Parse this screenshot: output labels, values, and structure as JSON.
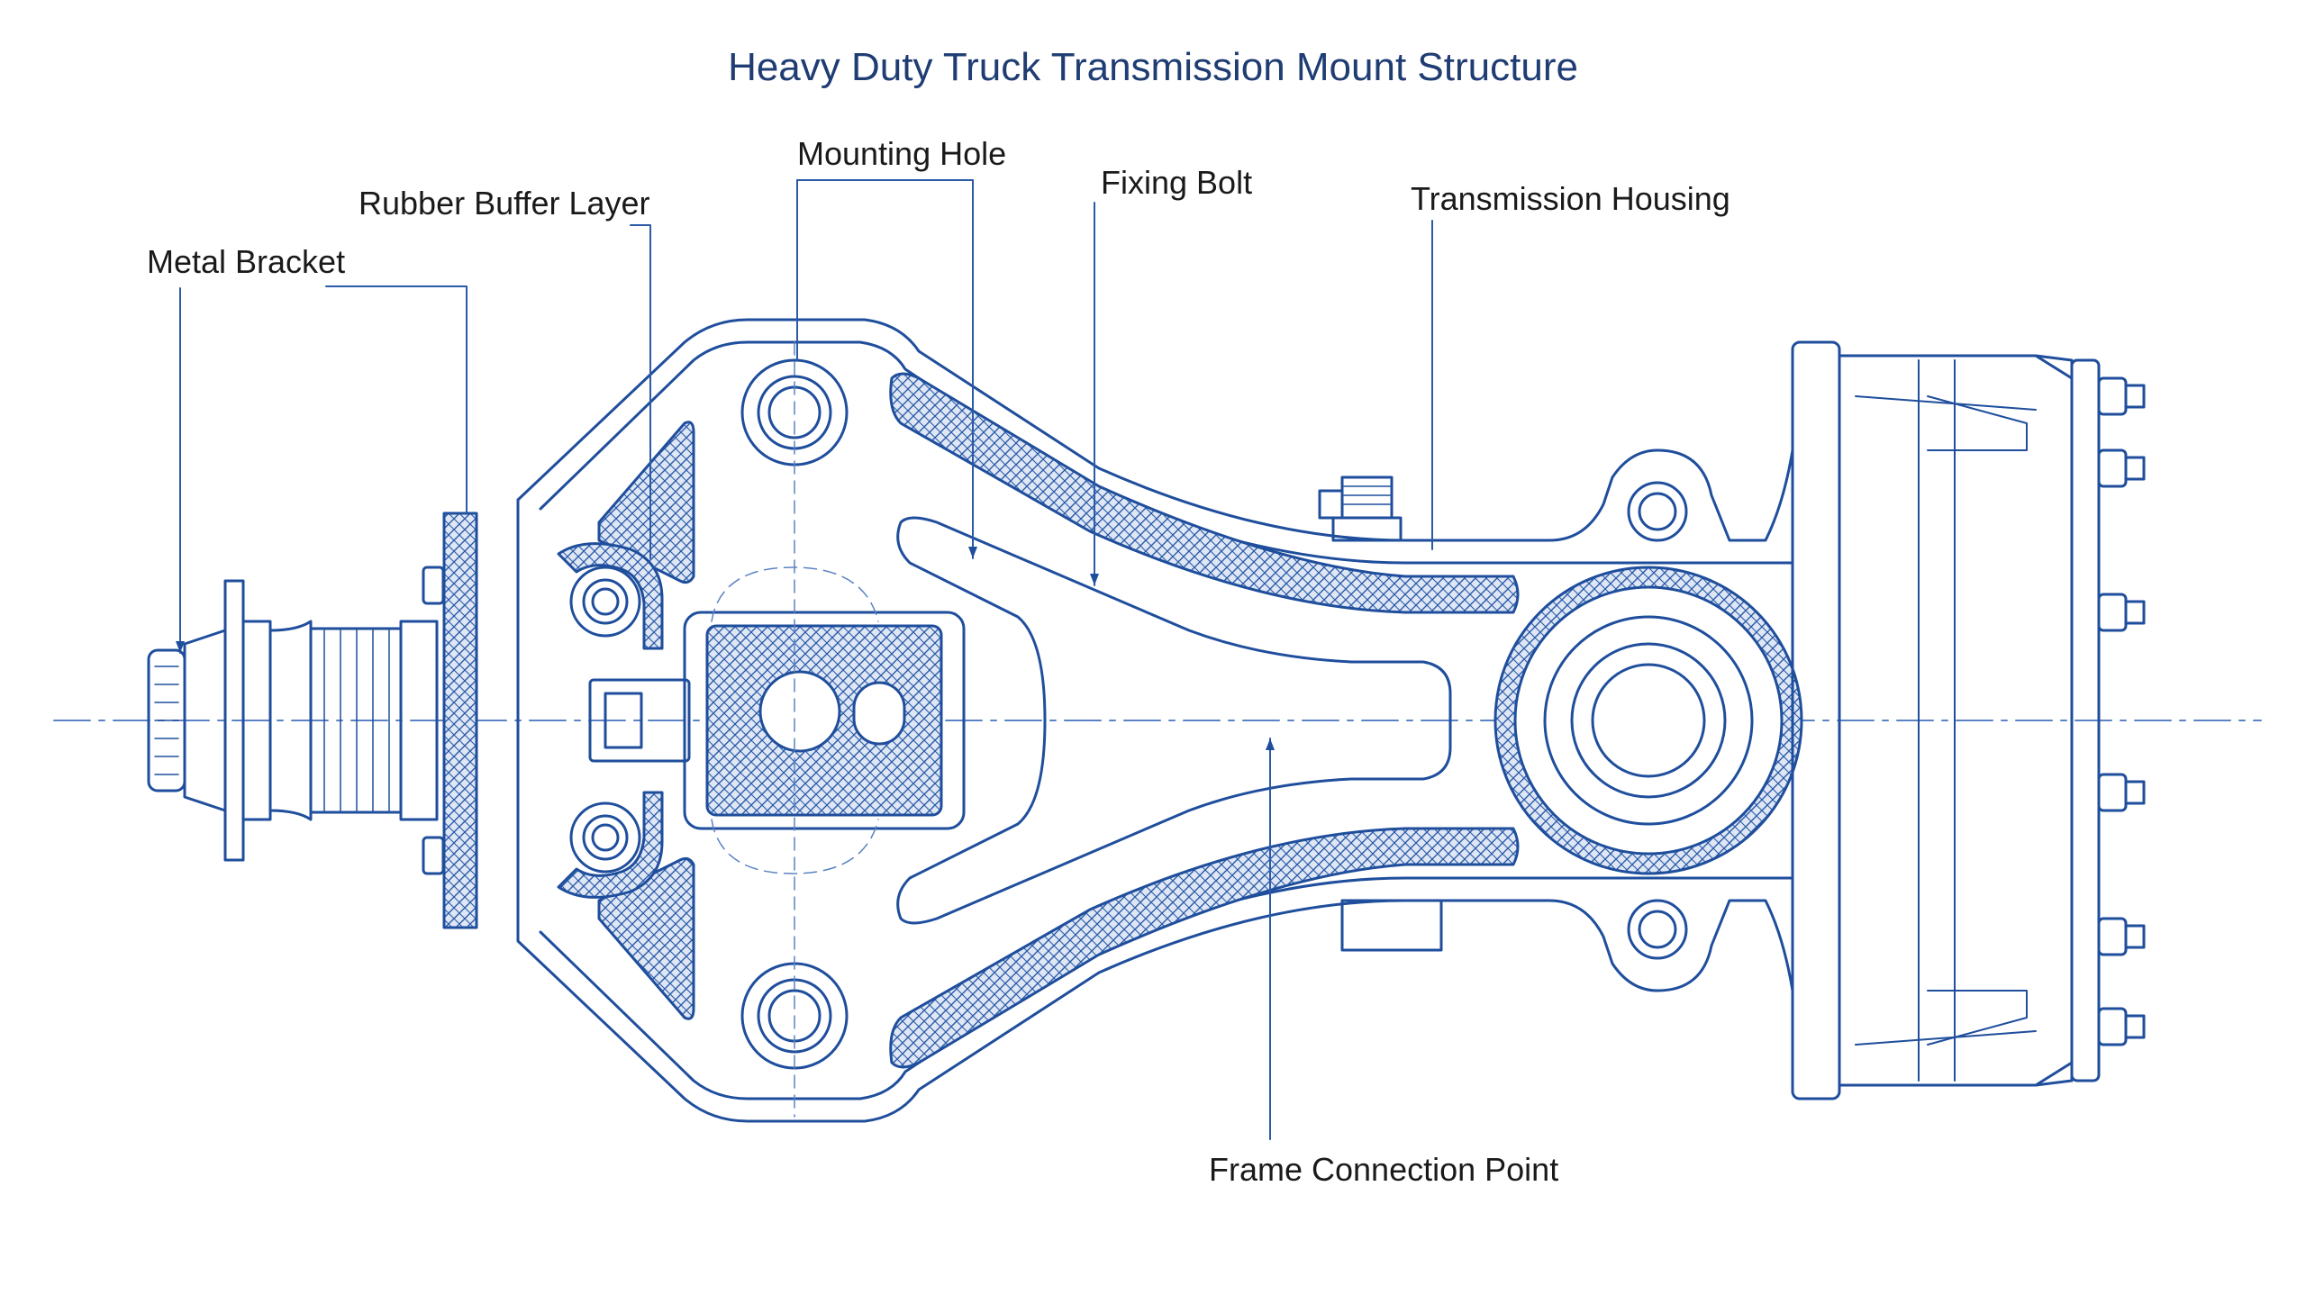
{
  "title": "Heavy Duty Truck Transmission Mount Structure",
  "labels": {
    "metal_bracket": "Metal Bracket",
    "rubber_buffer_layer": "Rubber Buffer Layer",
    "mounting_hole": "Mounting Hole",
    "fixing_bolt": "Fixing Bolt",
    "transmission_housing": "Transmission Housing",
    "frame_connection_point": "Frame Connection Point"
  },
  "colors": {
    "line": "#1f4e9c",
    "line_light": "#5b82c4",
    "hatch": "#2a5aa8",
    "text": "#1a1a1a",
    "title": "#1f3d73"
  }
}
